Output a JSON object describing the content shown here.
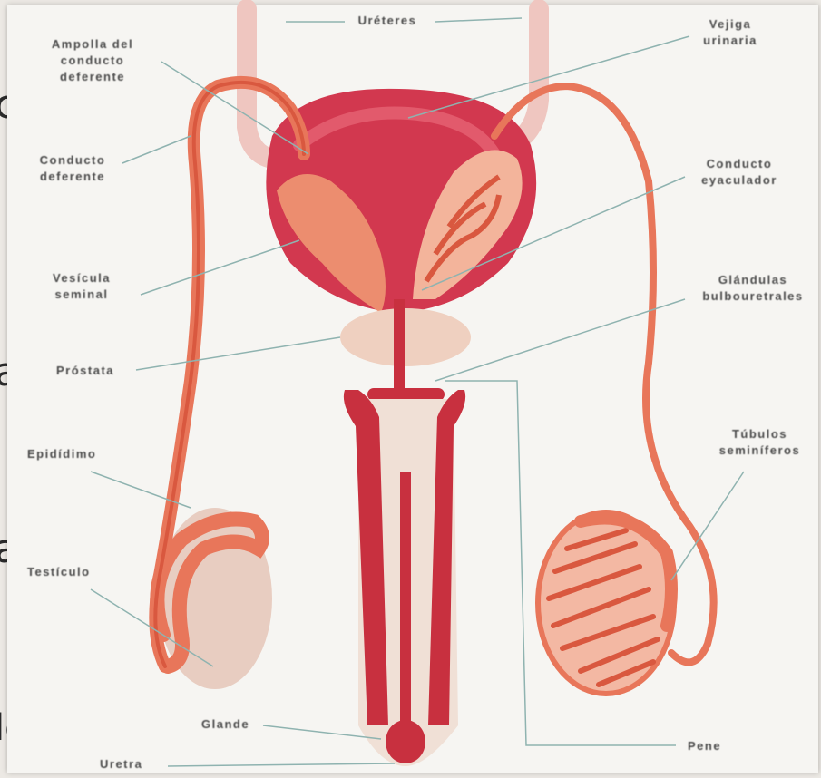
{
  "diagram": {
    "labels": {
      "ureteres": "Uréteres",
      "vejiga": "Vejiga\nurinaria",
      "ampolla": "Ampolla del\nconducto\ndeferente",
      "deferente": "Conducto\ndeferente",
      "vesicula": "Vesícula\nseminal",
      "prostata": "Próstata",
      "epididimo": "Epidídimo",
      "testiculo": "Testículo",
      "glande": "Glande",
      "uretra": "Uretra",
      "eyaculador": "Conducto\neyaculador",
      "bulbouretrales": "Glándulas\nbulbouretrales",
      "tubulos": "Túbulos\nseminíferos",
      "pene": "Pene"
    },
    "colors": {
      "tube": "#e8765a",
      "tube_dark": "#d9583f",
      "bladder": "#d2384f",
      "erectile": "#c8303f",
      "prostate": "#efd0c0",
      "testis": "#e8cdc1",
      "ureter": "#efc6c0",
      "leader": "#8fb3b0"
    }
  }
}
